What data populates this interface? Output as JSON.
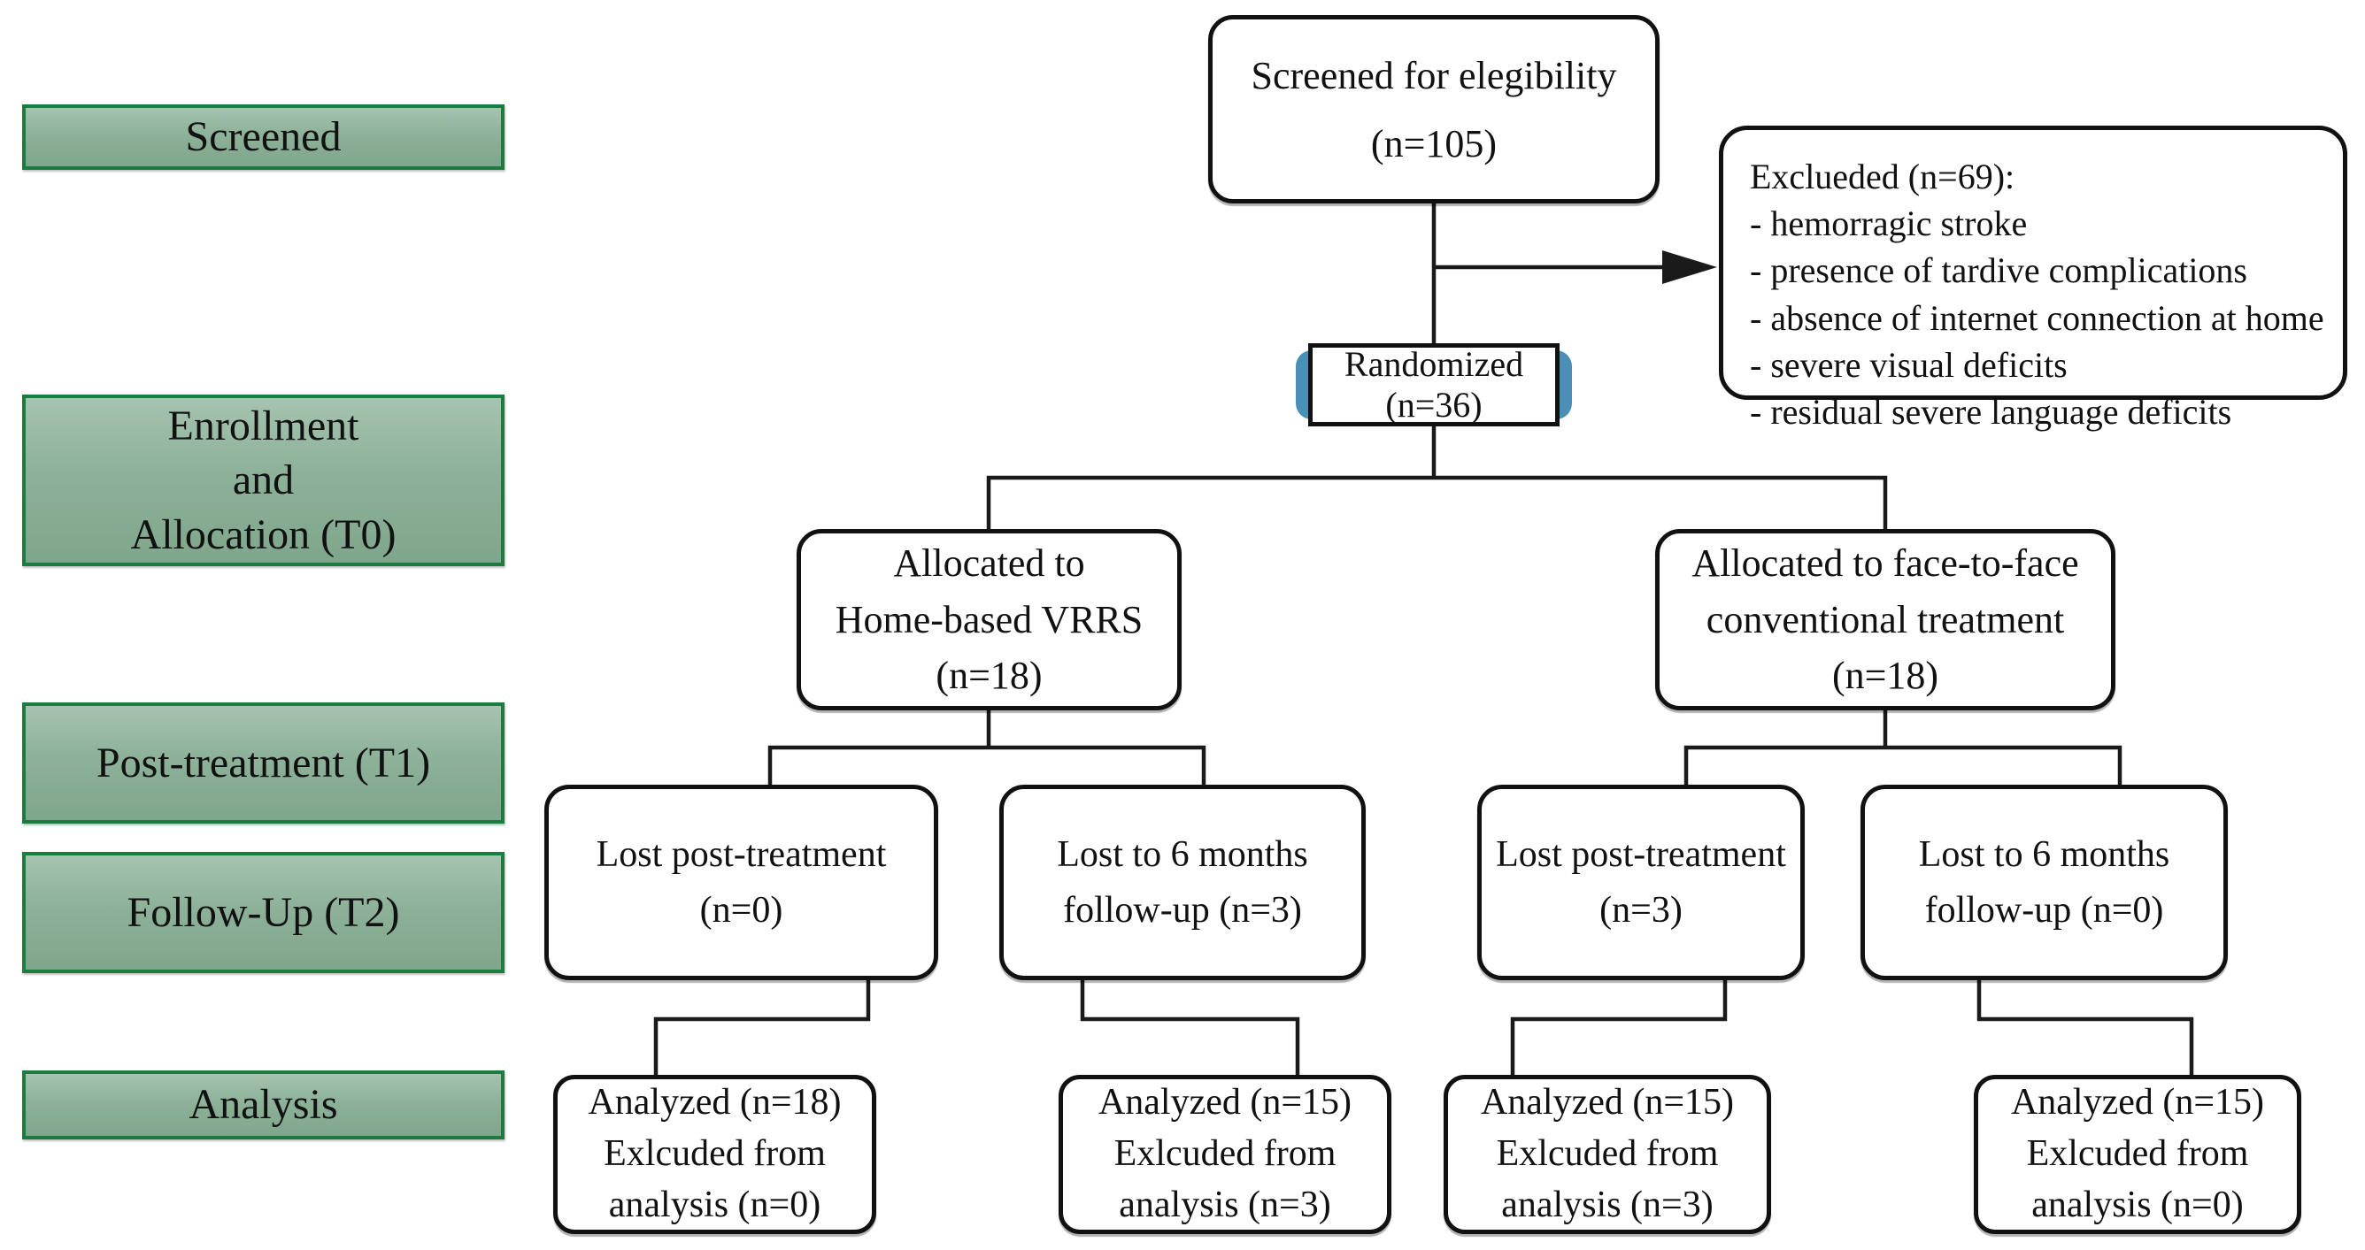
{
  "stages": [
    {
      "label": "Screened"
    },
    {
      "label": "Enrollment\nand\nAllocation (T0)"
    },
    {
      "label": "Post-treatment (T1)"
    },
    {
      "label": "Follow-Up (T2)"
    },
    {
      "label": "Analysis"
    }
  ],
  "flow": {
    "screened": {
      "text": "Screened for elegibility\n(n=105)"
    },
    "excluded": {
      "title": "Exclueded (n=69):",
      "reasons": [
        "- hemorragic stroke",
        "- presence of tardive complications",
        "- absence of internet connection at home",
        "- severe visual deficits",
        "- residual severe language deficits"
      ]
    },
    "randomized": {
      "text": "Randomized\n(n=36)"
    },
    "alloc_left": {
      "text": "Allocated to\nHome-based VRRS\n(n=18)"
    },
    "alloc_right": {
      "text": "Allocated to face-to-face\nconventional treatment\n(n=18)"
    },
    "lost": [
      {
        "text": "Lost post-treatment\n(n=0)"
      },
      {
        "text": "Lost to 6 months\nfollow-up (n=3)"
      },
      {
        "text": "Lost post-treatment\n(n=3)"
      },
      {
        "text": "Lost to 6 months\nfollow-up (n=0)"
      }
    ],
    "analysis": [
      {
        "text": "Analyzed (n=18)\nExlcuded from\nanalysis (n=0)"
      },
      {
        "text": "Analyzed (n=15)\nExlcuded from\nanalysis (n=3)"
      },
      {
        "text": "Analyzed (n=15)\nExlcuded from\nanalysis (n=3)"
      },
      {
        "text": "Analyzed (n=15)\nExlcuded from\nanalysis (n=0)"
      }
    ]
  },
  "colors": {
    "stage_fill_top": "#a6c4b0",
    "stage_fill_bottom": "#7fa68c",
    "stage_border": "#1b7c3f",
    "connector_line": "#1a1a1a",
    "box_border": "#111111",
    "randomized_accent": "#4a8fb5"
  }
}
